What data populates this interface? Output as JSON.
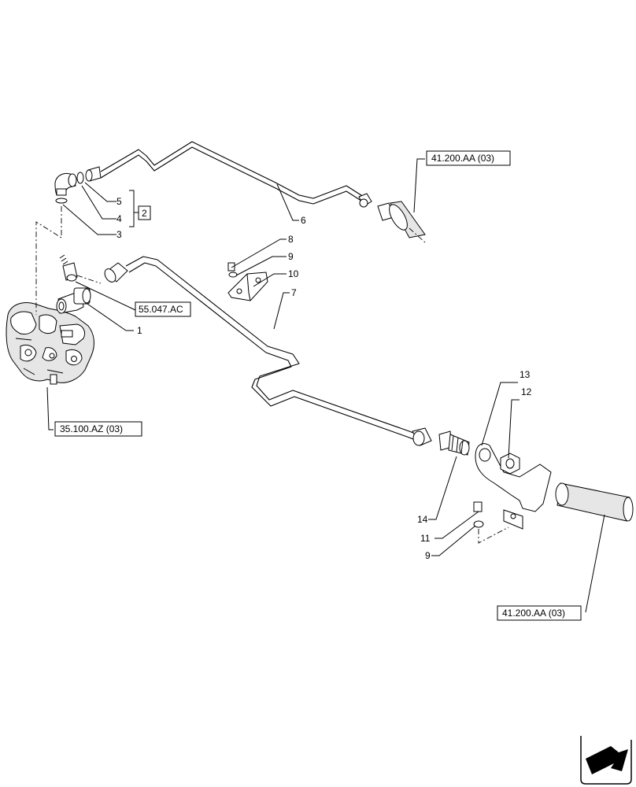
{
  "callouts": {
    "c1": "1",
    "c2": "2",
    "c3": "3",
    "c4": "4",
    "c5": "5",
    "c6": "6",
    "c7": "7",
    "c8": "8",
    "c9a": "9",
    "c9b": "9",
    "c10": "10",
    "c11": "11",
    "c12": "12",
    "c13": "13",
    "c14": "14"
  },
  "references": {
    "ref_top": "41.200.AA (03)",
    "ref_bottom": "41.200.AA (03)",
    "ref_mid": "55.047.AC",
    "ref_valve": "35.100.AZ (03)"
  },
  "icons": {
    "nav": "page-navigation-arrow-icon"
  }
}
